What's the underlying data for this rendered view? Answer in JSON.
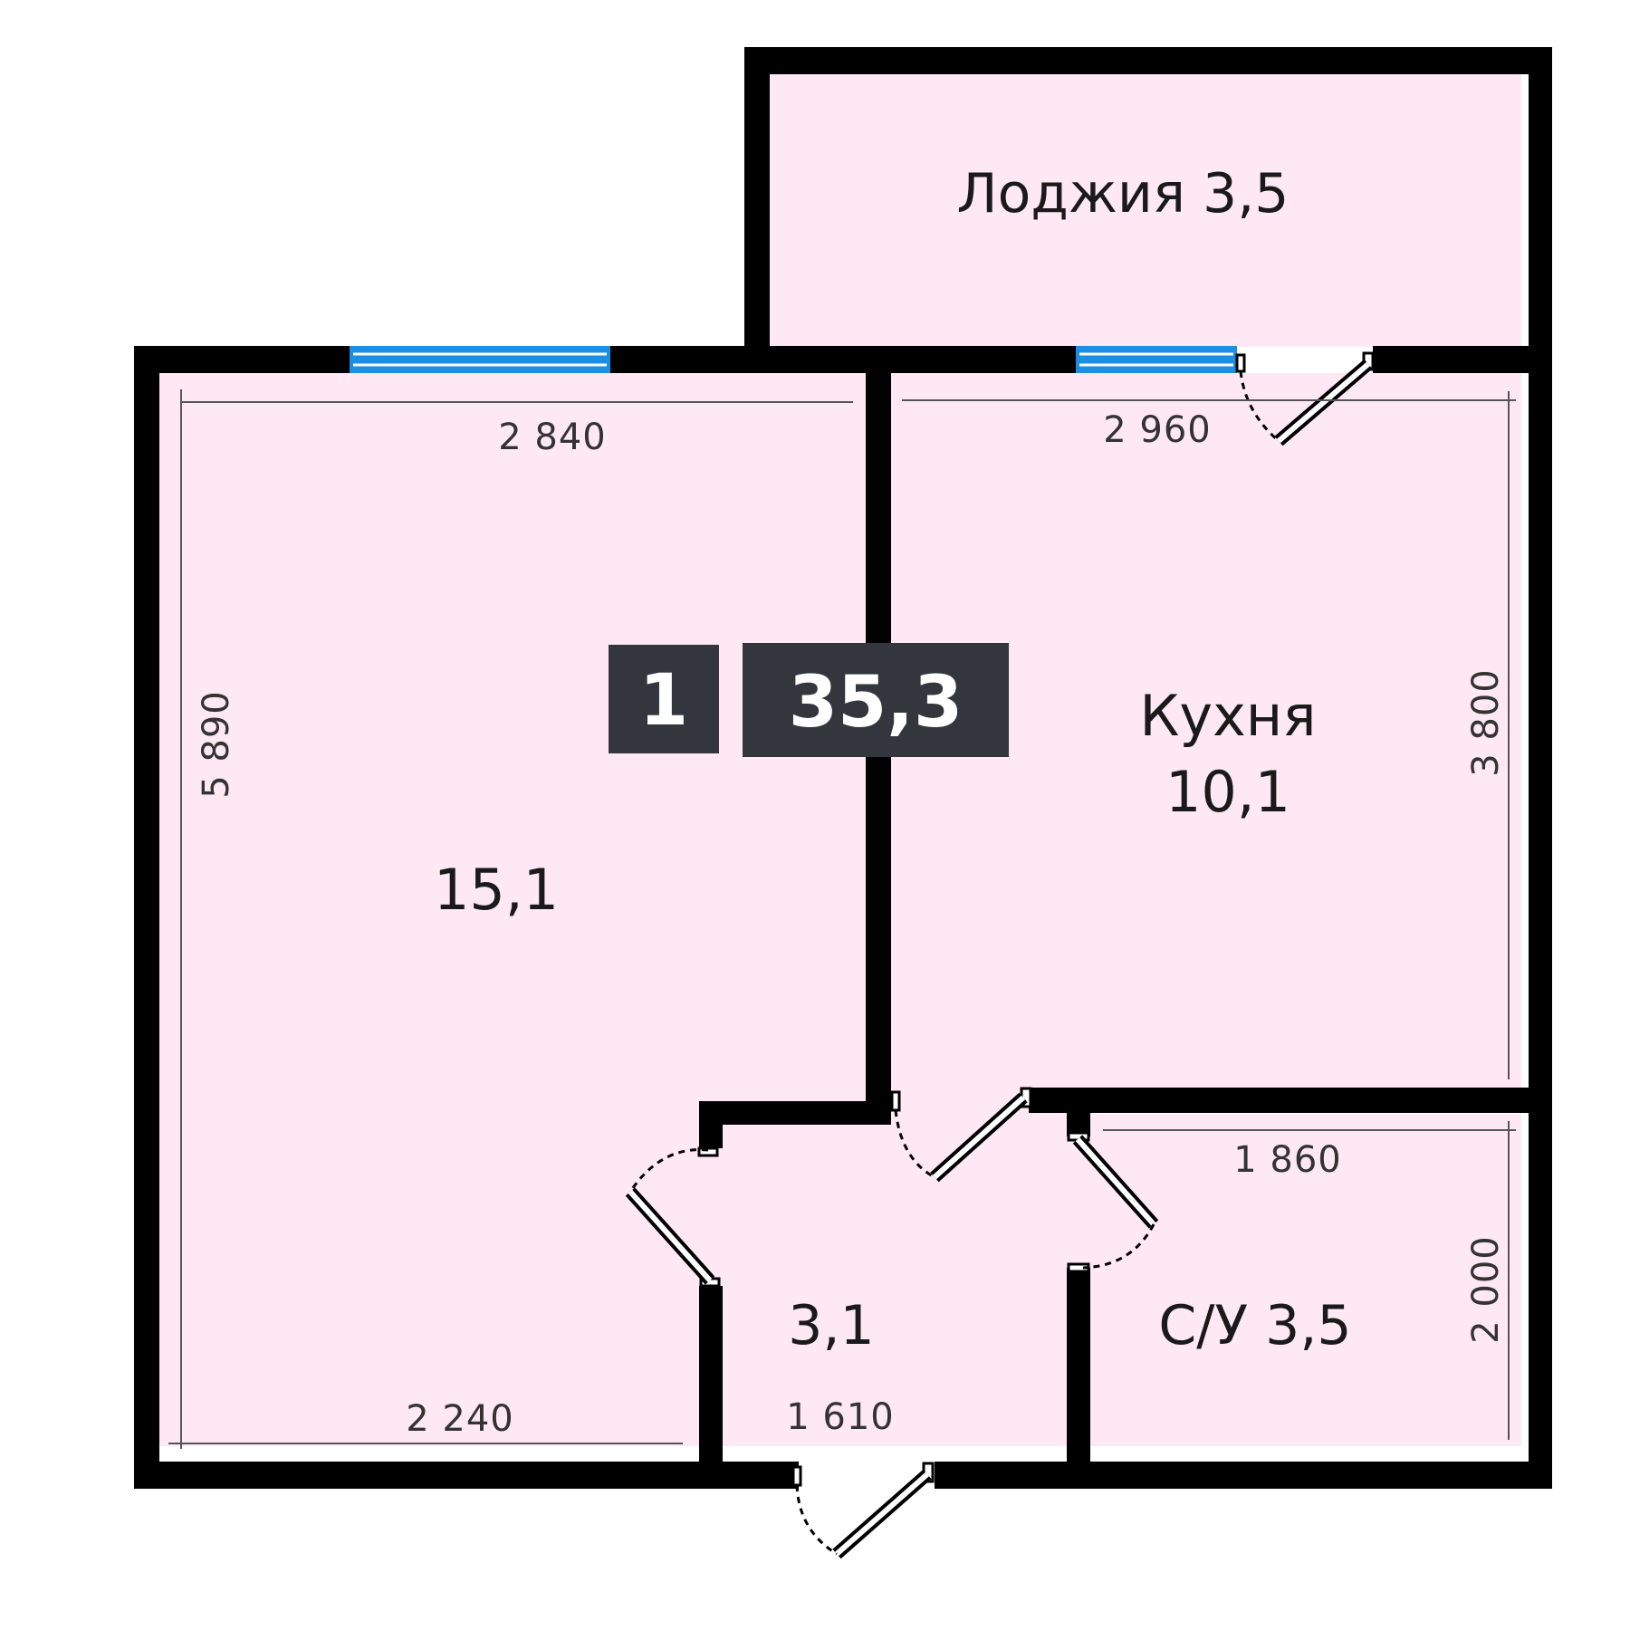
{
  "colors": {
    "room_fill": "#fde8f3",
    "wall": "#000000",
    "window": "#1a8fe3",
    "badge": "#33363d"
  },
  "rooms": {
    "loggia": "Лоджия 3,5",
    "living": "15,1",
    "kitchen_name": "Кухня",
    "kitchen_area": "10,1",
    "hall": "3,1",
    "bathroom": "С/У 3,5"
  },
  "badges": {
    "rooms_count": "1",
    "total_area": "35,3"
  },
  "dimensions": {
    "living_top": "2 840",
    "living_left": "5 890",
    "living_bottom": "2 240",
    "kitchen_top": "2 960",
    "kitchen_right": "3 800",
    "bath_top": "1 860",
    "bath_right": "2 000",
    "hall_bottom": "1 610"
  }
}
